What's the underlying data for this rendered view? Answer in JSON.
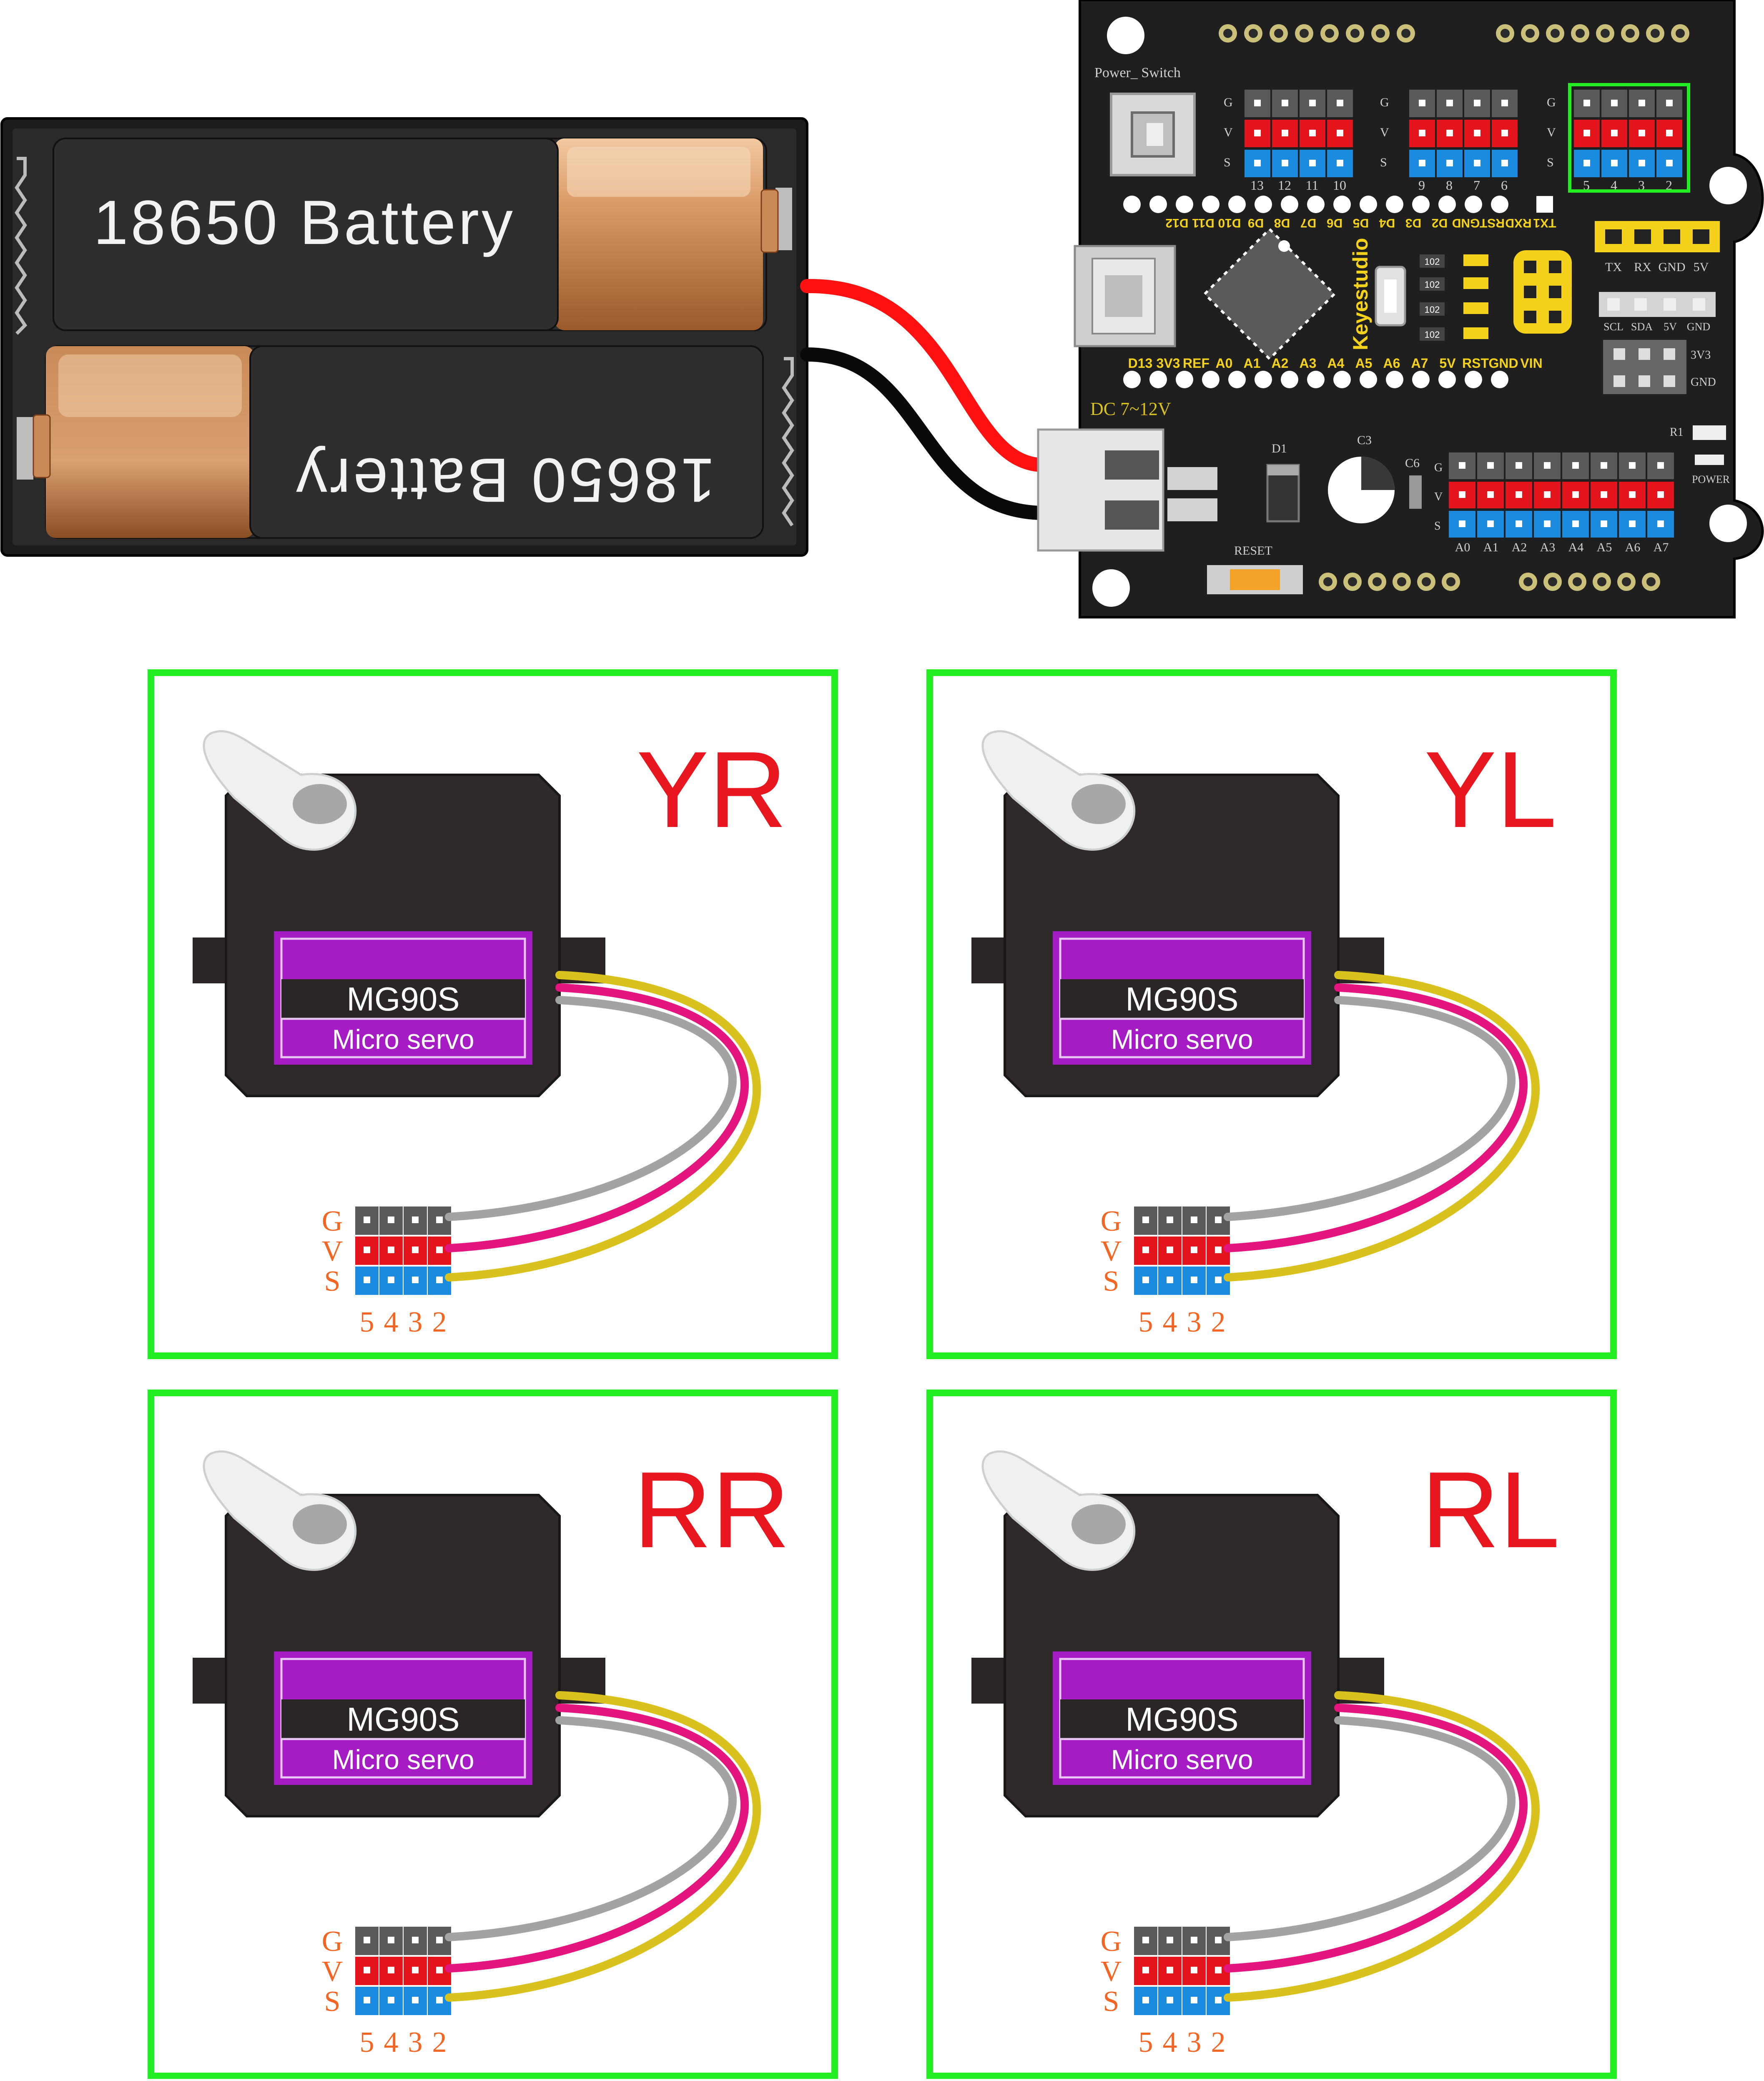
{
  "battery": {
    "top_label": "18650  Battery",
    "bottom_label": "18650  Battery"
  },
  "board": {
    "brand": "Keyestudio",
    "power_switch_label": "Power_ Switch",
    "dc_label": "DC 7~12V",
    "reset_label": "RESET",
    "power_led_label": "POWER",
    "r1_label": "R1",
    "d1_label": "D1",
    "c3_label": "C3",
    "c6_label": "C6",
    "resistor_label": "102",
    "gvs_rows": [
      "G",
      "V",
      "S"
    ],
    "group1_pins": [
      "13",
      "12",
      "11",
      "10"
    ],
    "group2_pins": [
      "9",
      "8",
      "7",
      "6"
    ],
    "group3_pins": [
      "5",
      "4",
      "3",
      "2"
    ],
    "analog_pins": [
      "A0",
      "A1",
      "A2",
      "A3",
      "A4",
      "A5",
      "A6",
      "A7"
    ],
    "top_pin_labels": [
      "TX1",
      "RXD",
      "RST",
      "GND",
      "D2",
      "D3",
      "D4",
      "D5",
      "D6",
      "D7",
      "D8",
      "D9",
      "D10",
      "D11",
      "D12"
    ],
    "bottom_pin_labels": [
      "D13",
      "3V3",
      "REF",
      "A0",
      "A1",
      "A2",
      "A3",
      "A4",
      "A5",
      "A6",
      "A7",
      "5V",
      "RST",
      "GND",
      "VIN"
    ],
    "serial_labels": [
      "TX",
      "RX",
      "GND",
      "5V"
    ],
    "i2c_labels": [
      "SCL",
      "SDA",
      "5V",
      "GND"
    ],
    "side_labels": [
      "3V3",
      "GND"
    ]
  },
  "colors": {
    "frame_green": "#22ee22",
    "label_red": "#e8161f",
    "pin_orange": "#f26522",
    "servo_purple": "#a51bc4",
    "wire_gray": "#a3a3a3",
    "wire_pink": "#e4157f",
    "wire_yellow": "#d9c11e",
    "header_gray": "#5a5a5a",
    "header_red": "#e3141b",
    "header_blue": "#1b8be0"
  },
  "servos": [
    {
      "label": "YR",
      "model": "MG90S",
      "type": "Micro servo",
      "rows": [
        "G",
        "V",
        "S"
      ],
      "pins": [
        "5",
        "4",
        "3",
        "2"
      ]
    },
    {
      "label": "YL",
      "model": "MG90S",
      "type": "Micro servo",
      "rows": [
        "G",
        "V",
        "S"
      ],
      "pins": [
        "5",
        "4",
        "3",
        "2"
      ]
    },
    {
      "label": "RR",
      "model": "MG90S",
      "type": "Micro servo",
      "rows": [
        "G",
        "V",
        "S"
      ],
      "pins": [
        "5",
        "4",
        "3",
        "2"
      ]
    },
    {
      "label": "RL",
      "model": "MG90S",
      "type": "Micro servo",
      "rows": [
        "G",
        "V",
        "S"
      ],
      "pins": [
        "5",
        "4",
        "3",
        "2"
      ]
    }
  ]
}
